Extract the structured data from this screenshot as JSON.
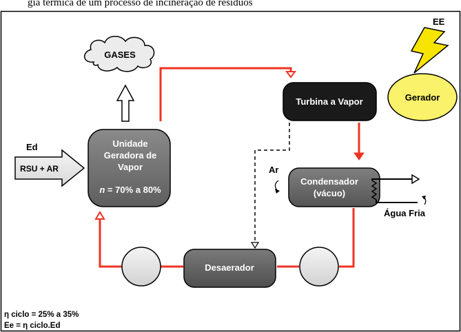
{
  "caption_top": "gia térmica de um processo de incineração de resíduos",
  "nodes": {
    "gases": "GASES",
    "turbine": "Turbina a Vapor",
    "generator": "Gerador",
    "boiler_lines": [
      "Unidade",
      "Geradora de",
      "Vapor"
    ],
    "boiler_eff_symbol": "n",
    "boiler_eff": " = 70% a 80%",
    "condenser_lines": [
      "Condensador",
      "(vácuo)"
    ],
    "deaerator": "Desaerador"
  },
  "labels": {
    "ee": "EE",
    "ed": "Ed",
    "input_arrow": "RSU + AR",
    "air": "Ar",
    "cold_water": "Água Fria"
  },
  "notes": {
    "cycle_efficiency": "η ciclo = 25% a 35%",
    "energy_formula": "Ee = η ciclo.Ed"
  },
  "colors": {
    "steam_line": "#ee3322",
    "dark_box": "#1a1a1a",
    "grey_box": "#6b6b6b",
    "generator_fill": "#f9f26a",
    "lightning": "#f7e400"
  }
}
